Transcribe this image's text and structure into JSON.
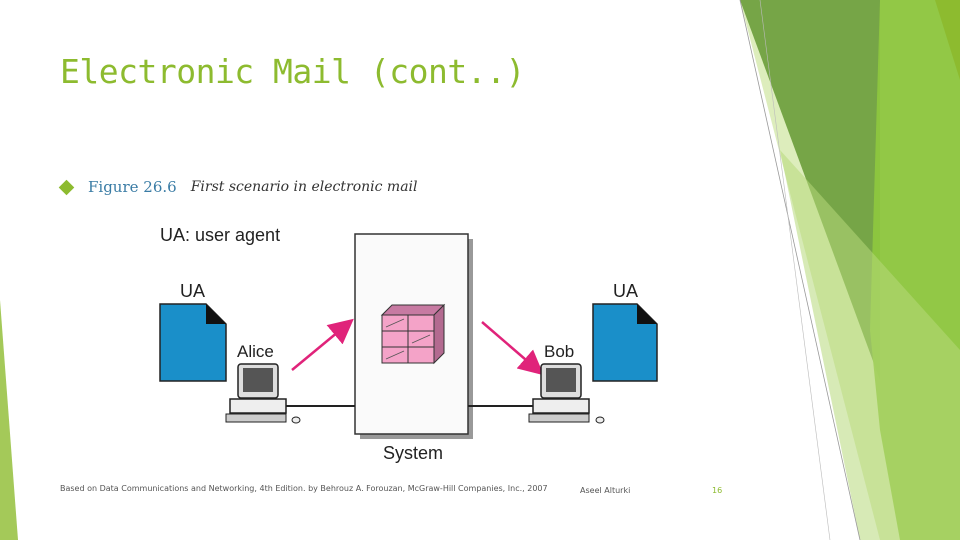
{
  "slide": {
    "title": "Electronic Mail (cont..)",
    "bullet_figure_number": "Figure 26.6",
    "bullet_figure_caption": "First scenario in electronic mail"
  },
  "diagram": {
    "legend": "UA: user agent",
    "left_ua_label": "UA",
    "right_ua_label": "UA",
    "sender_label": "Alice",
    "receiver_label": "Bob",
    "system_label": "System"
  },
  "footer": {
    "source": "Based on Data Communications and Networking, 4th Edition. by Behrouz A. Forouzan, McGraw-Hill Companies, Inc., 2007",
    "author": "Aseel Alturki",
    "page_number": "16"
  },
  "colors": {
    "accent_green": "#8dbb2f",
    "ua_blue": "#1a8fc9",
    "mailbox_pink": "#f4a3c8",
    "arrow_magenta": "#e0237a"
  }
}
